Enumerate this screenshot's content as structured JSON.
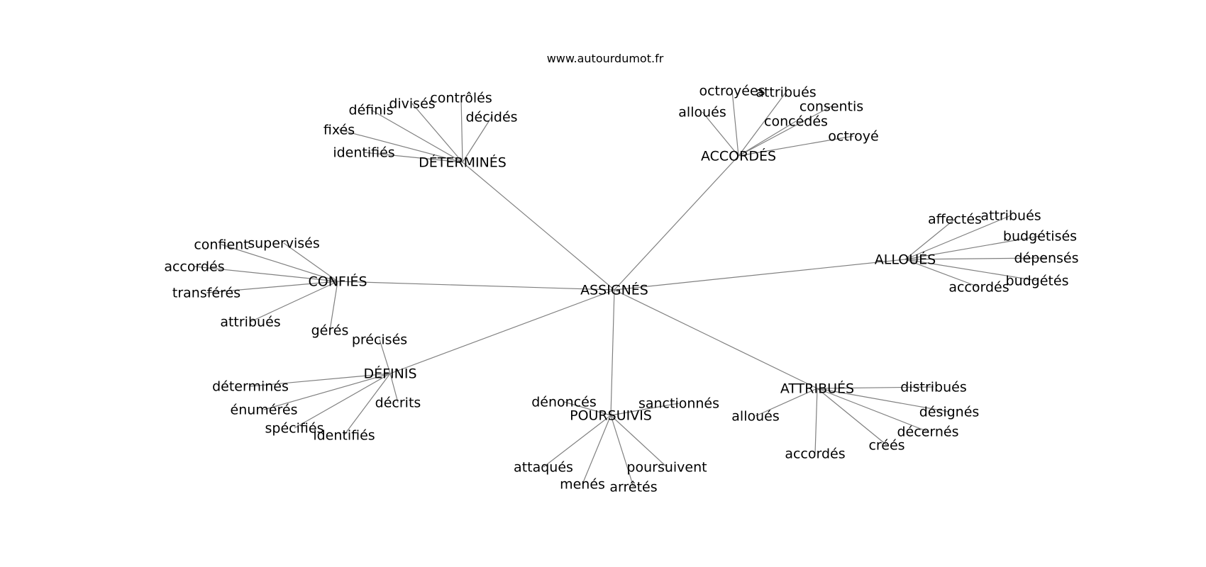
{
  "source": "www.autourdumot.fr",
  "graph": {
    "center": {
      "id": "center",
      "label": "ASSIGNÉS"
    },
    "hubs": [
      {
        "id": "determines",
        "label": "DÉTERMINÉS",
        "leaves": [
          "définis",
          "divisés",
          "contrôlés",
          "décidés",
          "fixés",
          "identifiés"
        ]
      },
      {
        "id": "accordes",
        "label": "ACCORDÉS",
        "leaves": [
          "alloués",
          "octroyées",
          "attribués",
          "consentis",
          "concédés",
          "octroyé"
        ]
      },
      {
        "id": "alloues",
        "label": "ALLOUÉS",
        "leaves": [
          "affectés",
          "attribués",
          "budgétisés",
          "dépensés",
          "budgétés",
          "accordés"
        ]
      },
      {
        "id": "confies",
        "label": "CONFIÉS",
        "leaves": [
          "confient",
          "supervisés",
          "accordés",
          "transférés",
          "attribués",
          "gérés"
        ]
      },
      {
        "id": "definis",
        "label": "DÉFINIS",
        "leaves": [
          "précisés",
          "déterminés",
          "décrits",
          "énumérés",
          "spécifiés",
          "identifiés"
        ]
      },
      {
        "id": "poursuivis",
        "label": "POURSUIVIS",
        "leaves": [
          "dénoncés",
          "sanctionnés",
          "attaqués",
          "menés",
          "arrêtés",
          "poursuivent"
        ]
      },
      {
        "id": "attribues",
        "label": "ATTRIBUÉS",
        "leaves": [
          "distribués",
          "alloués",
          "désignés",
          "décernés",
          "créés",
          "accordés"
        ]
      }
    ]
  }
}
